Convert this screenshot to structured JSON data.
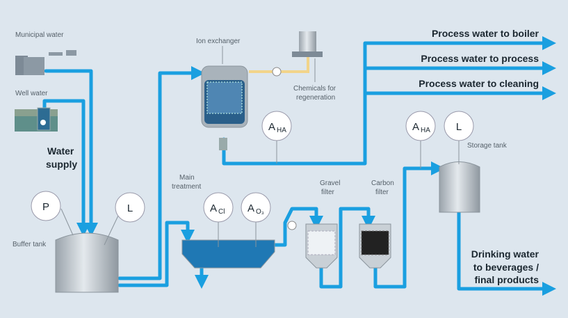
{
  "colors": {
    "background": "#dde6ee",
    "pipe": "#1a9fe0",
    "chemical_pipe": "#f2d48a",
    "tank": "#b8c0c7",
    "water": "#1f78b4"
  },
  "sources": {
    "municipal": "Municipal water",
    "well": "Well water",
    "supply": [
      "Water",
      "supply"
    ]
  },
  "buffer_tank": {
    "label": "Buffer tank",
    "p": "P",
    "l": "L"
  },
  "ion_exchanger": {
    "label": "Ion exchanger",
    "chemicals": [
      "Chemicals for",
      "regeneration"
    ],
    "analyzer": {
      "main": "A",
      "sub": "HA"
    }
  },
  "outputs": [
    "Process water to boiler",
    "Process water to process",
    "Process water to cleaning"
  ],
  "main_treatment": {
    "label": [
      "Main",
      "treatment"
    ],
    "a_cl": {
      "main": "A",
      "sub": "Cl"
    },
    "a_o3": {
      "main": "A",
      "sub": "O₃"
    }
  },
  "gravel_filter": [
    "Gravel",
    "filter"
  ],
  "carbon_filter": [
    "Carbon",
    "filter"
  ],
  "storage": {
    "label": "Storage tank",
    "analyzer": {
      "main": "A",
      "sub": "HA"
    },
    "l": "L"
  },
  "drinking": [
    "Drinking water",
    "to beverages /",
    "final products"
  ]
}
